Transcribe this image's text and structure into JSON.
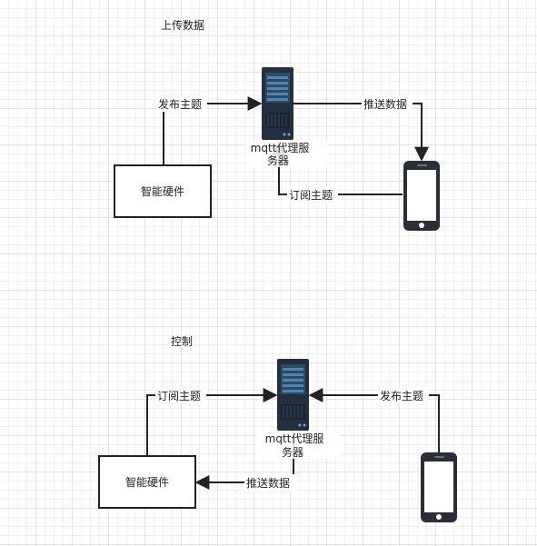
{
  "upload_section": {
    "title": "上传数据",
    "device_label": "智能硬件",
    "server_label_line1": "mqtt代理服",
    "server_label_line2": "务器",
    "edge_publish": "发布主题",
    "edge_push": "推送数据",
    "edge_subscribe": "订阅主题"
  },
  "control_section": {
    "title": "控制",
    "device_label": "智能硬件",
    "server_label_line1": "mqtt代理服",
    "server_label_line2": "务器",
    "edge_subscribe": "订阅主题",
    "edge_push": "推送数据",
    "edge_publish": "发布主题"
  },
  "colors": {
    "line": "#222222",
    "server_body": "#232f3e",
    "server_panel": "#3a6a8c",
    "phone_body": "#2b2e36"
  },
  "icons": {
    "server": "server-rack-icon",
    "phone": "smartphone-icon"
  }
}
